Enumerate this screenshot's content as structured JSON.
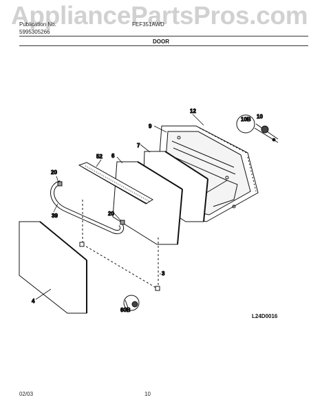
{
  "watermark": "AppliancePartsPros.com",
  "header": {
    "pub_label": "Publication No.",
    "pub_number": "5995305266",
    "model": "FEF351AWD"
  },
  "title": "DOOR",
  "diagram_code": "L24D0016",
  "footer": {
    "date": "02/03",
    "page": "10"
  },
  "callouts": {
    "c12": "12",
    "c9": "9",
    "c10b": "10B",
    "c10": "10",
    "c7": "7",
    "c6": "6",
    "c52": "52",
    "c20a": "20",
    "c39": "39",
    "c20b": "20",
    "c4": "4",
    "c60b": "60B",
    "c3": "3"
  }
}
